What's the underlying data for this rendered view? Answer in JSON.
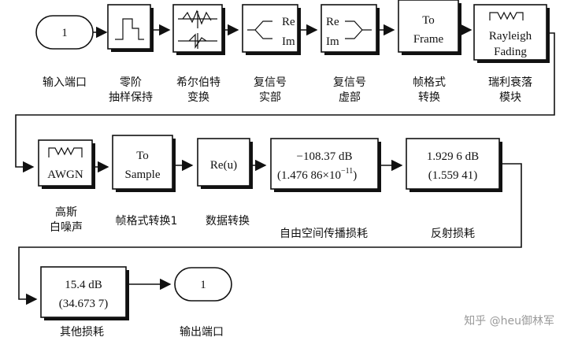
{
  "blocks": {
    "in_port": {
      "text": "1",
      "label": "输入端口"
    },
    "zoh": {
      "label_line1": "零阶",
      "label_line2": "抽样保持"
    },
    "hilbert": {
      "label_line1": "希尔伯特",
      "label_line2": "变换"
    },
    "re_im": {
      "re": "Re",
      "im": "Im",
      "label_line1": "复信号",
      "label_line2": "实部"
    },
    "re_im_2": {
      "re": "Re",
      "im": "Im",
      "label_line1": "复信号",
      "label_line2": "虚部"
    },
    "to_frame": {
      "line1": "To",
      "line2": "Frame",
      "label_line1": "帧格式",
      "label_line2": "转换"
    },
    "rayleigh": {
      "line1": "Rayleigh",
      "line2": "Fading",
      "label_line1": "瑞利衰落",
      "label_line2": "模块"
    },
    "awgn": {
      "text": "AWGN",
      "label_line1": "高斯",
      "label_line2": "白噪声"
    },
    "to_sample": {
      "line1": "To",
      "line2": "Sample",
      "label": "帧格式转换1"
    },
    "re_u": {
      "text": "Re(u)",
      "label": "数据转换"
    },
    "fspl": {
      "line1": "−108.37  dB",
      "line2_main": "(1.476  86×10",
      "line2_exp": "−11",
      "line2_end": ")",
      "label": "自由空间传播损耗"
    },
    "reflect": {
      "line1": "1.929  6  dB",
      "line2": "(1.559  41)",
      "label": "反射损耗"
    },
    "other": {
      "line1": "15.4  dB",
      "line2": "(34.673  7)",
      "label": "其他损耗"
    },
    "out_port": {
      "text": "1",
      "label": "输出端口"
    }
  },
  "watermark": "知乎 @heu御林军"
}
